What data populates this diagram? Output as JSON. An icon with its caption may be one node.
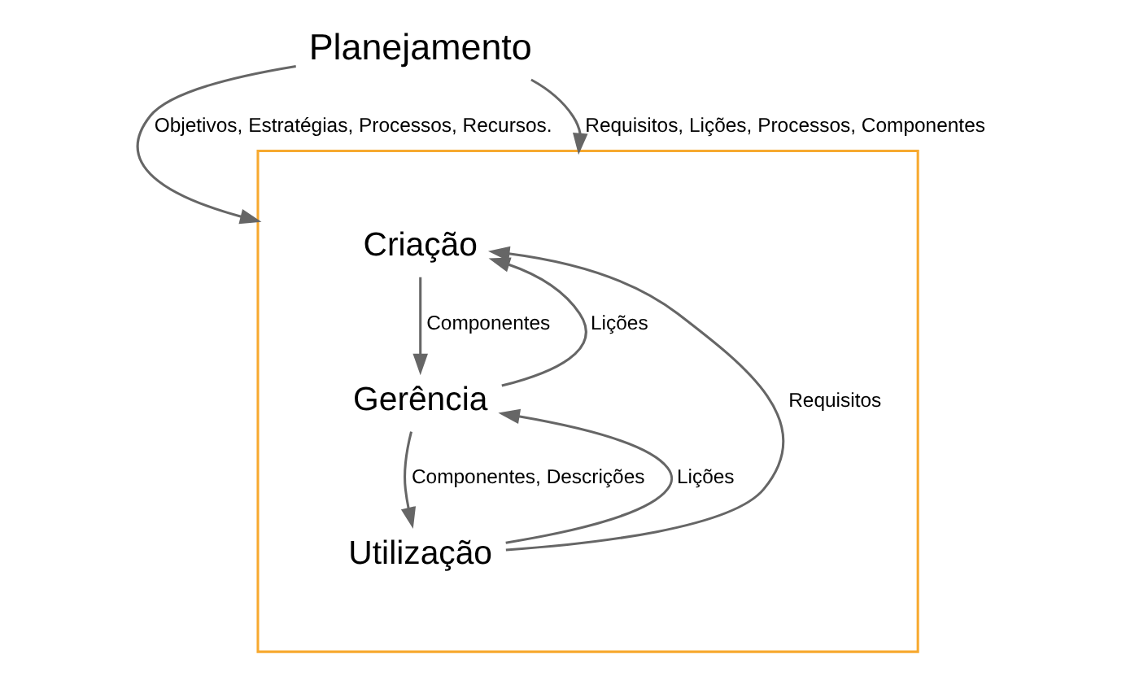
{
  "diagram": {
    "nodes": [
      {
        "text": [
          "Planejamento"
        ]
      },
      {
        "text": [],
        "shape": "box"
      },
      {
        "text": [
          "Criação"
        ],
        "in": 1
      },
      {
        "text": [
          "Gerência"
        ],
        "in": 1
      },
      {
        "text": [
          "Utilização"
        ],
        "in": 1
      }
    ],
    "edges": [
      {
        "from": 0,
        "to": 1,
        "arrow": "to",
        "label": "Objetivos, Estratégias, Processos, Recursos."
      },
      {
        "from": 0,
        "to": 1,
        "arrow": "to",
        "label": "Requisitos, Lições, Processos, Componentes"
      },
      {
        "from": 2,
        "to": 3,
        "arrow": "to",
        "label": "Componentes"
      },
      {
        "from": 3,
        "to": 2,
        "arrow": "to",
        "label": "Lições"
      },
      {
        "from": 3,
        "to": 4,
        "arrow": "to",
        "label": "Componentes, Descrições"
      },
      {
        "from": 4,
        "to": 2,
        "arrow": "to",
        "label": "Requisitos"
      },
      {
        "from": 4,
        "to": 3,
        "arrow": "to",
        "label": "Lições"
      }
    ]
  }
}
